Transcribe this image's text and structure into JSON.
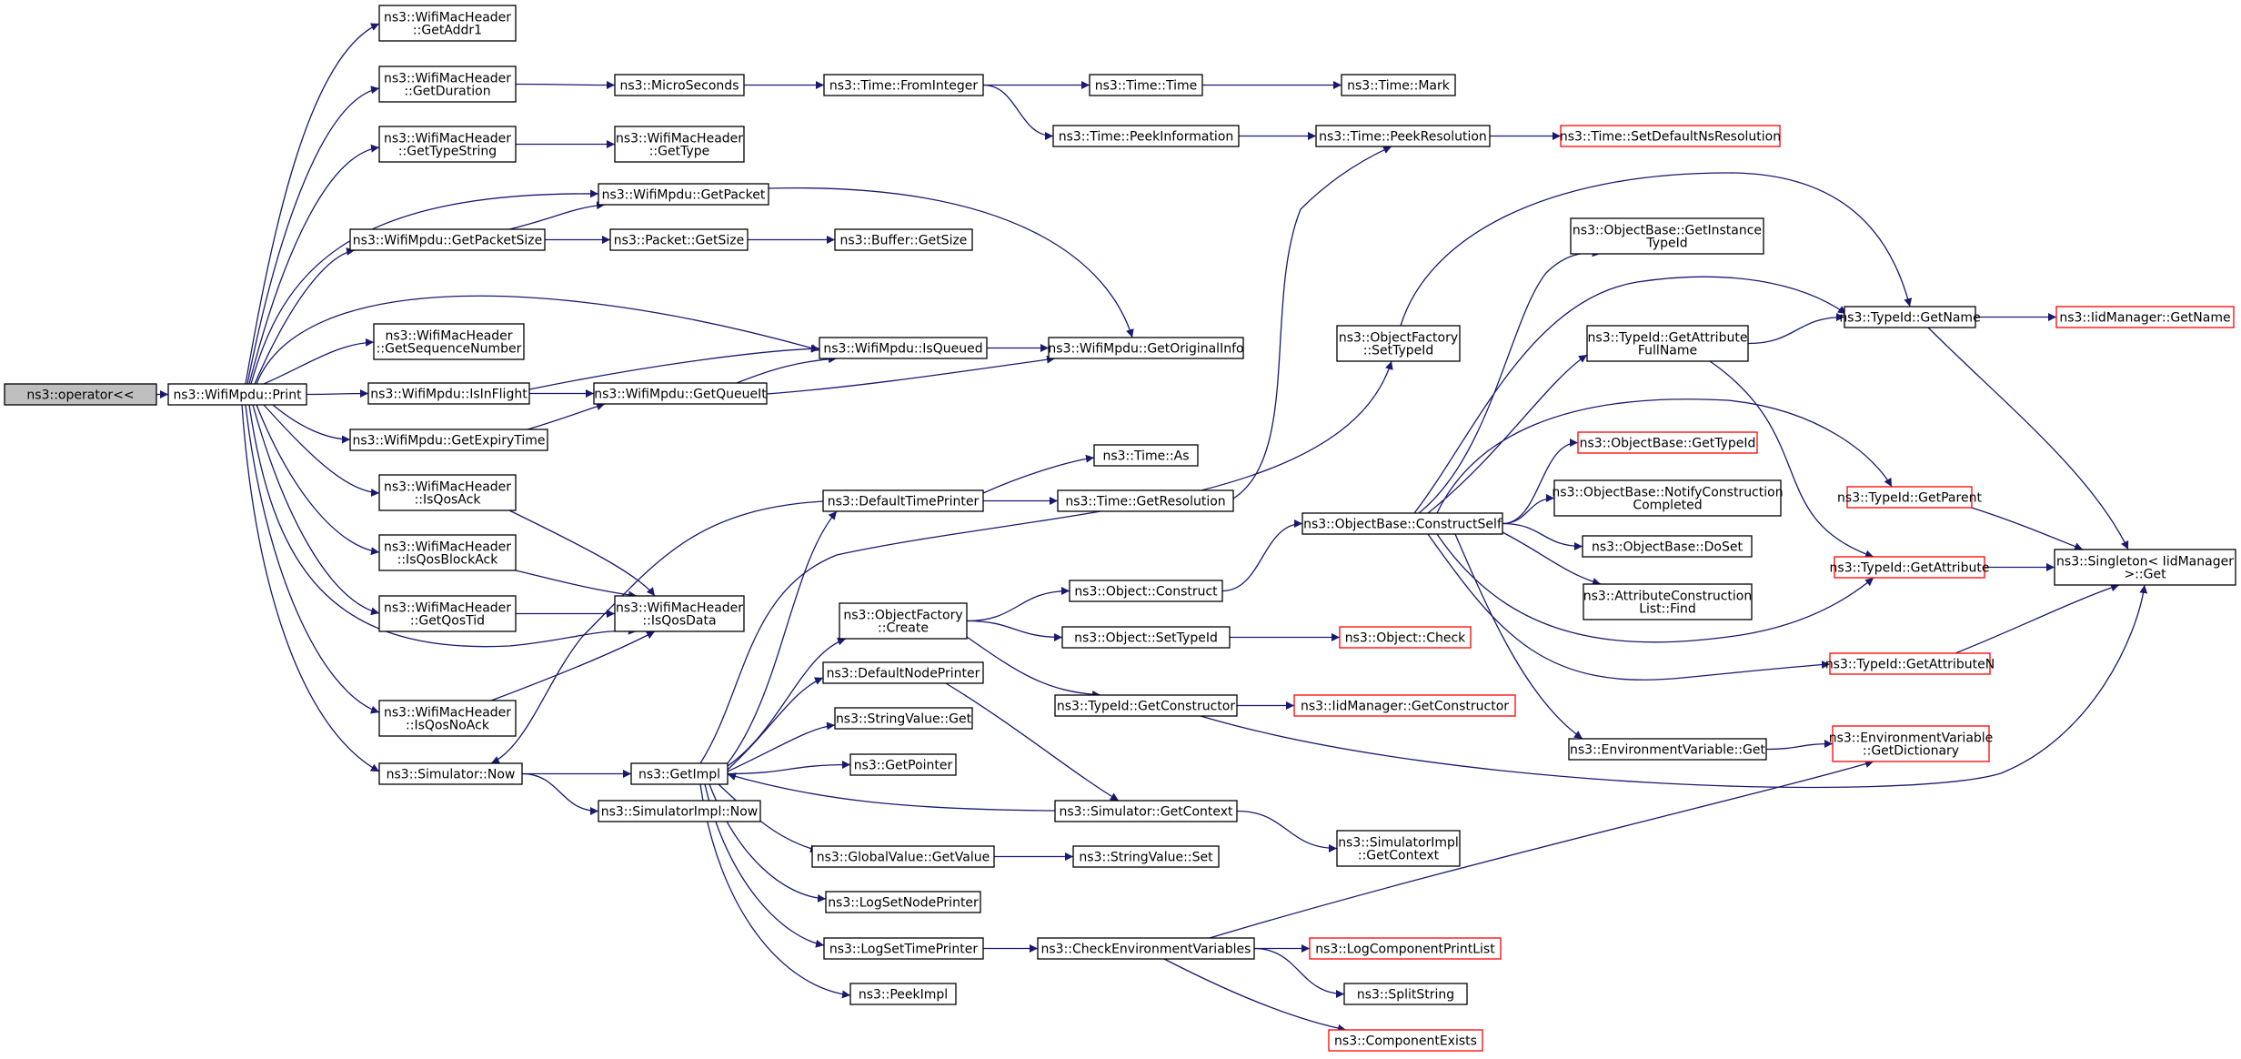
{
  "colors": {
    "edge": "#191970",
    "border_normal": "#000000",
    "border_external": "#ff0000",
    "root_fill": "#bfbfbf"
  },
  "nodes": [
    {
      "id": "op",
      "label": [
        "ns3::operator<<"
      ],
      "style": "root"
    },
    {
      "id": "print",
      "label": [
        "ns3::WifiMpdu::Print"
      ]
    },
    {
      "id": "getaddr1",
      "label": [
        "ns3::WifiMacHeader",
        "::GetAddr1"
      ]
    },
    {
      "id": "getduration",
      "label": [
        "ns3::WifiMacHeader",
        "::GetDuration"
      ]
    },
    {
      "id": "gettypestring",
      "label": [
        "ns3::WifiMacHeader",
        "::GetTypeString"
      ]
    },
    {
      "id": "getpacket",
      "label": [
        "ns3::WifiMpdu::GetPacket"
      ]
    },
    {
      "id": "getpacketsize",
      "label": [
        "ns3::WifiMpdu::GetPacketSize"
      ]
    },
    {
      "id": "getseqnum",
      "label": [
        "ns3::WifiMacHeader",
        "::GetSequenceNumber"
      ]
    },
    {
      "id": "isinflight",
      "label": [
        "ns3::WifiMpdu::IsInFlight"
      ]
    },
    {
      "id": "getexpiry",
      "label": [
        "ns3::WifiMpdu::GetExpiryTime"
      ]
    },
    {
      "id": "isqosack",
      "label": [
        "ns3::WifiMacHeader",
        "::IsQosAck"
      ]
    },
    {
      "id": "isqosblockack",
      "label": [
        "ns3::WifiMacHeader",
        "::IsQosBlockAck"
      ]
    },
    {
      "id": "getqostid",
      "label": [
        "ns3::WifiMacHeader",
        "::GetQosTid"
      ]
    },
    {
      "id": "isqosnoack",
      "label": [
        "ns3::WifiMacHeader",
        "::IsQosNoAck"
      ]
    },
    {
      "id": "simnow",
      "label": [
        "ns3::Simulator::Now"
      ]
    },
    {
      "id": "microseconds",
      "label": [
        "ns3::MicroSeconds"
      ]
    },
    {
      "id": "gettype",
      "label": [
        "ns3::WifiMacHeader",
        "::GetType"
      ]
    },
    {
      "id": "pktgetsize",
      "label": [
        "ns3::Packet::GetSize"
      ]
    },
    {
      "id": "isqueued",
      "label": [
        "ns3::WifiMpdu::IsQueued"
      ]
    },
    {
      "id": "getqueueit",
      "label": [
        "ns3::WifiMpdu::GetQueueIt"
      ]
    },
    {
      "id": "isqosdata",
      "label": [
        "ns3::WifiMacHeader",
        "::IsQosData"
      ]
    },
    {
      "id": "getimpl",
      "label": [
        "ns3::GetImpl"
      ]
    },
    {
      "id": "simimplnow",
      "label": [
        "ns3::SimulatorImpl::Now"
      ]
    },
    {
      "id": "timefromint",
      "label": [
        "ns3::Time::FromInteger"
      ]
    },
    {
      "id": "bufgetsize",
      "label": [
        "ns3::Buffer::GetSize"
      ]
    },
    {
      "id": "deftimeprinter",
      "label": [
        "ns3::DefaultTimePrinter"
      ]
    },
    {
      "id": "objfactcreate",
      "label": [
        "ns3::ObjectFactory",
        "::Create"
      ]
    },
    {
      "id": "defnodeprinter",
      "label": [
        "ns3::DefaultNodePrinter"
      ]
    },
    {
      "id": "strvalget",
      "label": [
        "ns3::StringValue::Get"
      ]
    },
    {
      "id": "getpointer",
      "label": [
        "ns3::GetPointer"
      ]
    },
    {
      "id": "globvalget",
      "label": [
        "ns3::GlobalValue::GetValue"
      ]
    },
    {
      "id": "logsetnode",
      "label": [
        "ns3::LogSetNodePrinter"
      ]
    },
    {
      "id": "logsettime",
      "label": [
        "ns3::LogSetTimePrinter"
      ]
    },
    {
      "id": "peekimpl",
      "label": [
        "ns3::PeekImpl"
      ]
    },
    {
      "id": "timetime",
      "label": [
        "ns3::Time::Time"
      ]
    },
    {
      "id": "peekinfo",
      "label": [
        "ns3::Time::PeekInformation"
      ]
    },
    {
      "id": "getorig",
      "label": [
        "ns3::WifiMpdu::GetOriginalInfo"
      ]
    },
    {
      "id": "timeas",
      "label": [
        "ns3::Time::As"
      ]
    },
    {
      "id": "timegetres",
      "label": [
        "ns3::Time::GetResolution"
      ]
    },
    {
      "id": "objconstruct",
      "label": [
        "ns3::Object::Construct"
      ]
    },
    {
      "id": "objsettypeid",
      "label": [
        "ns3::Object::SetTypeId"
      ]
    },
    {
      "id": "getconstructor",
      "label": [
        "ns3::TypeId::GetConstructor"
      ]
    },
    {
      "id": "simgetcontext",
      "label": [
        "ns3::Simulator::GetContext"
      ]
    },
    {
      "id": "strvalset",
      "label": [
        "ns3::StringValue::Set"
      ]
    },
    {
      "id": "checkenv",
      "label": [
        "ns3::CheckEnvironmentVariables"
      ]
    },
    {
      "id": "timemark",
      "label": [
        "ns3::Time::Mark"
      ]
    },
    {
      "id": "peekres",
      "label": [
        "ns3::Time::PeekResolution"
      ]
    },
    {
      "id": "objfactsettypeid",
      "label": [
        "ns3::ObjectFactory",
        "::SetTypeId"
      ]
    },
    {
      "id": "constructself",
      "label": [
        "ns3::ObjectBase::ConstructSelf"
      ]
    },
    {
      "id": "objcheck",
      "label": [
        "ns3::Object::Check"
      ],
      "style": "red"
    },
    {
      "id": "iidgetconstructor",
      "label": [
        "ns3::IidManager::GetConstructor"
      ],
      "style": "red"
    },
    {
      "id": "simimplgetcontext",
      "label": [
        "ns3::SimulatorImpl",
        "::GetContext"
      ]
    },
    {
      "id": "logcompprint",
      "label": [
        "ns3::LogComponentPrintList"
      ],
      "style": "red"
    },
    {
      "id": "splitstring",
      "label": [
        "ns3::SplitString"
      ]
    },
    {
      "id": "compexists",
      "label": [
        "ns3::ComponentExists"
      ],
      "style": "red"
    },
    {
      "id": "setdefres",
      "label": [
        "ns3::Time::SetDefaultNsResolution"
      ],
      "style": "red"
    },
    {
      "id": "getinsttypeid",
      "label": [
        "ns3::ObjectBase::GetInstance",
        "TypeId"
      ]
    },
    {
      "id": "getattrfullname",
      "label": [
        "ns3::TypeId::GetAttribute",
        "FullName"
      ]
    },
    {
      "id": "obgettypeid",
      "label": [
        "ns3::ObjectBase::GetTypeId"
      ],
      "style": "red"
    },
    {
      "id": "notifyconstruct",
      "label": [
        "ns3::ObjectBase::NotifyConstruction",
        "Completed"
      ]
    },
    {
      "id": "doset",
      "label": [
        "ns3::ObjectBase::DoSet"
      ]
    },
    {
      "id": "attrconstfind",
      "label": [
        "ns3::AttributeConstruction",
        "List::Find"
      ]
    },
    {
      "id": "envget",
      "label": [
        "ns3::EnvironmentVariable::Get"
      ]
    },
    {
      "id": "typeidgetname",
      "label": [
        "ns3::TypeId::GetName"
      ]
    },
    {
      "id": "typeidgetparent",
      "label": [
        "ns3::TypeId::GetParent"
      ],
      "style": "red"
    },
    {
      "id": "typeidgetattr",
      "label": [
        "ns3::TypeId::GetAttribute"
      ],
      "style": "red"
    },
    {
      "id": "typeidgetattrn",
      "label": [
        "ns3::TypeId::GetAttributeN"
      ],
      "style": "red"
    },
    {
      "id": "envgetdict",
      "label": [
        "ns3::EnvironmentVariable",
        "::GetDictionary"
      ],
      "style": "red"
    },
    {
      "id": "iidgetname",
      "label": [
        "ns3::IidManager::GetName"
      ],
      "style": "red"
    },
    {
      "id": "singletonget",
      "label": [
        "ns3::Singleton< IidManager",
        ">::Get"
      ]
    }
  ],
  "edges": [
    [
      "op",
      "print"
    ],
    [
      "print",
      "getaddr1"
    ],
    [
      "print",
      "getduration"
    ],
    [
      "print",
      "gettypestring"
    ],
    [
      "print",
      "getpacket"
    ],
    [
      "print",
      "getpacketsize"
    ],
    [
      "print",
      "isqueued"
    ],
    [
      "print",
      "getseqnum"
    ],
    [
      "print",
      "isinflight"
    ],
    [
      "print",
      "getexpiry"
    ],
    [
      "print",
      "isqosack"
    ],
    [
      "print",
      "isqosblockack"
    ],
    [
      "print",
      "getqostid"
    ],
    [
      "print",
      "isqosdata"
    ],
    [
      "print",
      "isqosnoack"
    ],
    [
      "print",
      "simnow"
    ],
    [
      "getduration",
      "microseconds"
    ],
    [
      "microseconds",
      "timefromint"
    ],
    [
      "timefromint",
      "timetime"
    ],
    [
      "timefromint",
      "peekinfo"
    ],
    [
      "timetime",
      "timemark"
    ],
    [
      "peekinfo",
      "peekres"
    ],
    [
      "peekres",
      "setdefres"
    ],
    [
      "gettypestring",
      "gettype"
    ],
    [
      "getpacket",
      "getorig"
    ],
    [
      "getpacketsize",
      "getpacket"
    ],
    [
      "getpacketsize",
      "pktgetsize"
    ],
    [
      "pktgetsize",
      "bufgetsize"
    ],
    [
      "isqueued",
      "getorig"
    ],
    [
      "isinflight",
      "isqueued"
    ],
    [
      "isinflight",
      "getqueueit"
    ],
    [
      "getexpiry",
      "getqueueit"
    ],
    [
      "getqueueit",
      "isqueued"
    ],
    [
      "getqueueit",
      "getorig"
    ],
    [
      "isqosack",
      "isqosdata"
    ],
    [
      "isqosblockack",
      "isqosdata"
    ],
    [
      "getqostid",
      "isqosdata"
    ],
    [
      "isqosnoack",
      "isqosdata"
    ],
    [
      "simnow",
      "getimpl"
    ],
    [
      "simnow",
      "simimplnow"
    ],
    [
      "getimpl",
      "deftimeprinter"
    ],
    [
      "getimpl",
      "objfactsettypeid"
    ],
    [
      "getimpl",
      "objfactcreate"
    ],
    [
      "getimpl",
      "defnodeprinter"
    ],
    [
      "getimpl",
      "strvalget"
    ],
    [
      "getimpl",
      "getpointer"
    ],
    [
      "getimpl",
      "globvalget"
    ],
    [
      "getimpl",
      "logsetnode"
    ],
    [
      "getimpl",
      "logsettime"
    ],
    [
      "getimpl",
      "peekimpl"
    ],
    [
      "deftimeprinter",
      "simnow"
    ],
    [
      "deftimeprinter",
      "timeas"
    ],
    [
      "deftimeprinter",
      "timegetres"
    ],
    [
      "timegetres",
      "peekres"
    ],
    [
      "objfactcreate",
      "objconstruct"
    ],
    [
      "objfactcreate",
      "objsettypeid"
    ],
    [
      "objfactcreate",
      "getconstructor"
    ],
    [
      "objconstruct",
      "constructself"
    ],
    [
      "objsettypeid",
      "objcheck"
    ],
    [
      "getconstructor",
      "iidgetconstructor"
    ],
    [
      "getconstructor",
      "singletonget"
    ],
    [
      "defnodeprinter",
      "simgetcontext"
    ],
    [
      "simgetcontext",
      "getimpl"
    ],
    [
      "simgetcontext",
      "simimplgetcontext"
    ],
    [
      "globvalget",
      "strvalset"
    ],
    [
      "logsettime",
      "checkenv"
    ],
    [
      "checkenv",
      "envgetdict"
    ],
    [
      "checkenv",
      "logcompprint"
    ],
    [
      "checkenv",
      "splitstring"
    ],
    [
      "checkenv",
      "compexists"
    ],
    [
      "objfactsettypeid",
      "typeidgetname"
    ],
    [
      "constructself",
      "getinsttypeid"
    ],
    [
      "constructself",
      "typeidgetname"
    ],
    [
      "constructself",
      "getattrfullname"
    ],
    [
      "constructself",
      "obgettypeid"
    ],
    [
      "constructself",
      "notifyconstruct"
    ],
    [
      "constructself",
      "doset"
    ],
    [
      "constructself",
      "attrconstfind"
    ],
    [
      "constructself",
      "envget"
    ],
    [
      "constructself",
      "typeidgetparent"
    ],
    [
      "constructself",
      "typeidgetattr"
    ],
    [
      "constructself",
      "typeidgetattrn"
    ],
    [
      "getattrfullname",
      "typeidgetname"
    ],
    [
      "getattrfullname",
      "typeidgetattr"
    ],
    [
      "typeidgetname",
      "iidgetname"
    ],
    [
      "typeidgetname",
      "singletonget"
    ],
    [
      "typeidgetparent",
      "singletonget"
    ],
    [
      "typeidgetattr",
      "singletonget"
    ],
    [
      "typeidgetattrn",
      "singletonget"
    ],
    [
      "envget",
      "envgetdict"
    ]
  ]
}
